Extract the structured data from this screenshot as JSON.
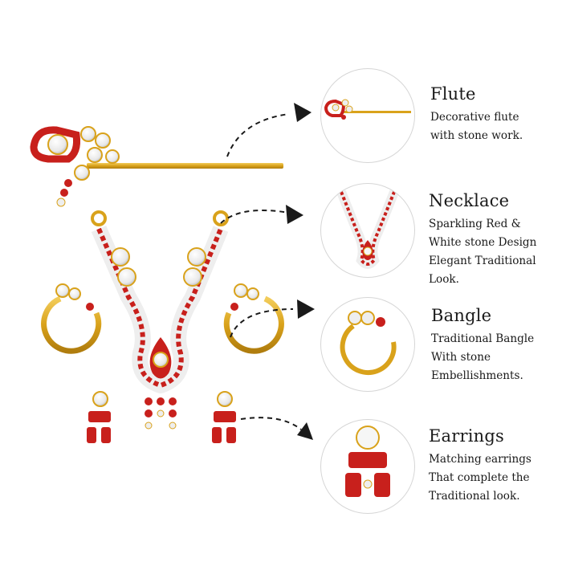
{
  "items": [
    {
      "title": "Flute",
      "desc": [
        "Decorative flute",
        "with stone work."
      ]
    },
    {
      "title": "Necklace",
      "desc": [
        "Sparkling Red &",
        "White stone Design",
        "Elegant Traditional",
        "Look."
      ]
    },
    {
      "title": "Bangle",
      "desc": [
        "Traditional Bangle",
        "With stone",
        "Embellishments."
      ]
    },
    {
      "title": "Earrings",
      "desc": [
        "Matching earrings",
        "That complete the",
        "Traditional look."
      ]
    }
  ],
  "colors": {
    "gold": "#d9a21b",
    "red": "#c8201c",
    "stone": "#f4f4f4",
    "circle_border": "#d6d6d6",
    "arrow": "#1a1a1a"
  }
}
